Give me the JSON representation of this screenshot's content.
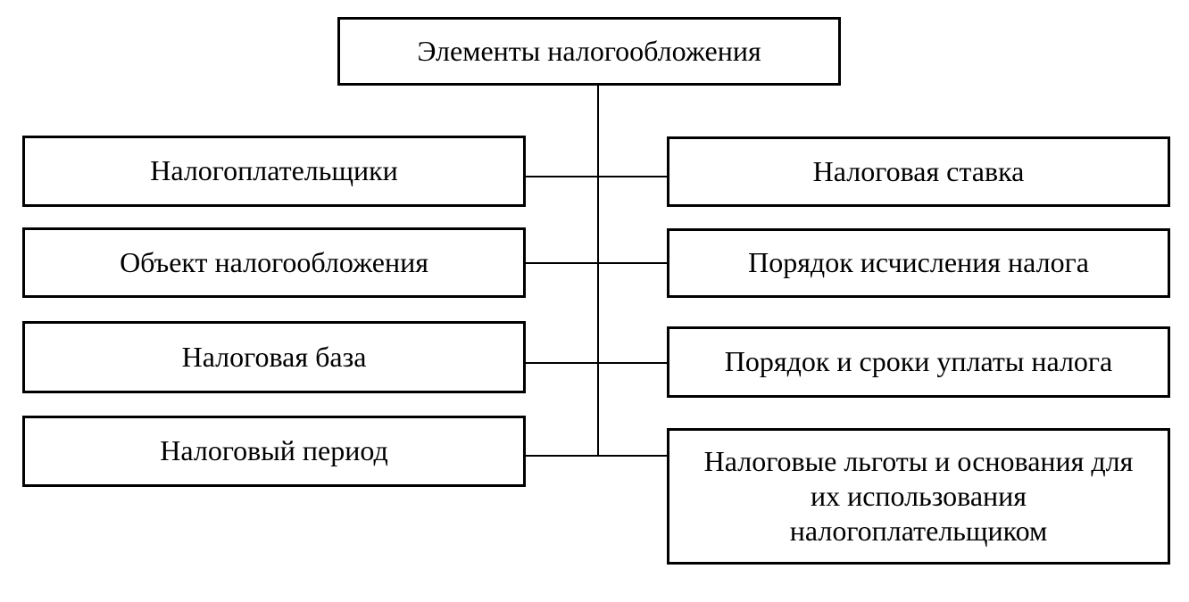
{
  "diagram": {
    "title": "Элементы налогообложения",
    "left_items": [
      "Налогоплательщики",
      "Объект налогообложения",
      "Налоговая база",
      "Налоговый период"
    ],
    "right_items": [
      "Налоговая ставка",
      "Порядок исчисления налога",
      "Порядок и сроки уплаты налога",
      "Налоговые льготы и основания для\nих использования\nналогоплательщиком"
    ],
    "colors": {
      "border": "#000000",
      "background": "#ffffff",
      "text": "#000000",
      "connector": "#000000"
    }
  }
}
